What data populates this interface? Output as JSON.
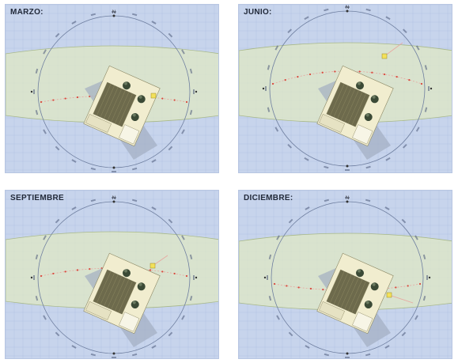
{
  "colors": {
    "background": "#c7d4ec",
    "grid": "#b3c3e2",
    "circle": "#6f7fa0",
    "band_fill": "#dfe8c4",
    "band_stroke": "#a9b98a",
    "sun_path": "#e8a6a0",
    "sun_point": "#d9483c",
    "sun_marker": "#f3e15a",
    "roof": "#6d6a4c",
    "wall": "#f1edcf",
    "shadow": "#a3aec2",
    "tree": "#3b4a36"
  },
  "panels": [
    {
      "id": "marzo",
      "title": "MARZO:",
      "north_label": "N",
      "band_angle": 0,
      "roof_angle": 24,
      "sun_marker_side": "right",
      "icon": "sun-icon"
    },
    {
      "id": "junio",
      "title": "JUNIO:",
      "north_label": "N",
      "band_angle": 0,
      "roof_angle": 24,
      "sun_marker_side": "top-right",
      "icon": "sun-icon"
    },
    {
      "id": "septiembre",
      "title": "SEPTIEMBRE",
      "north_label": "N",
      "band_angle": 0,
      "roof_angle": 24,
      "sun_marker_side": "right",
      "icon": "sun-icon"
    },
    {
      "id": "diciembre",
      "title": "DICIEMBRE:",
      "north_label": "N",
      "band_angle": 0,
      "roof_angle": 24,
      "sun_marker_side": "bottom-right",
      "icon": "sun-icon"
    }
  ]
}
